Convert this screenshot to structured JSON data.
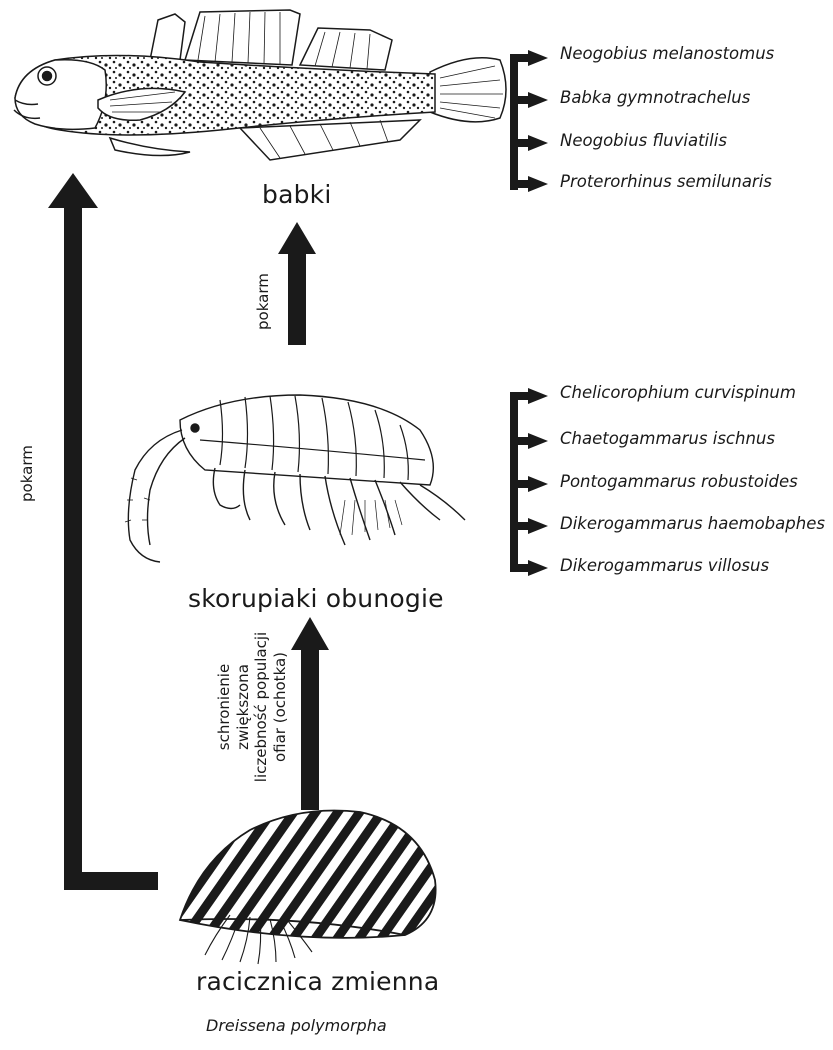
{
  "groups": {
    "fish": {
      "label": "babki",
      "species": [
        "Neogobius melanostomus",
        "Babka gymnotrachelus",
        "Neogobius fluviatilis",
        "Proterorhinus semilunaris"
      ]
    },
    "amphipods": {
      "label": "skorupiaki obunogie",
      "species": [
        "Chelicorophium curvispinum",
        "Chaetogammarus ischnus",
        "Pontogammarus robustoides",
        "Dikerogammarus haemobaphes",
        "Dikerogammarus villosus"
      ]
    },
    "mussel": {
      "label": "racicznica zmienna",
      "latin": "Dreissena polymorpha"
    }
  },
  "arrows": {
    "amphipods_to_fish": "pokarm",
    "mussel_to_fish": "pokarm",
    "mussel_to_amphipods": [
      "schronienie",
      "zwiększona",
      "liczebność populacji",
      "ofiar (ochotka)"
    ]
  },
  "colors": {
    "ink": "#1a1a1a",
    "background": "#ffffff"
  }
}
